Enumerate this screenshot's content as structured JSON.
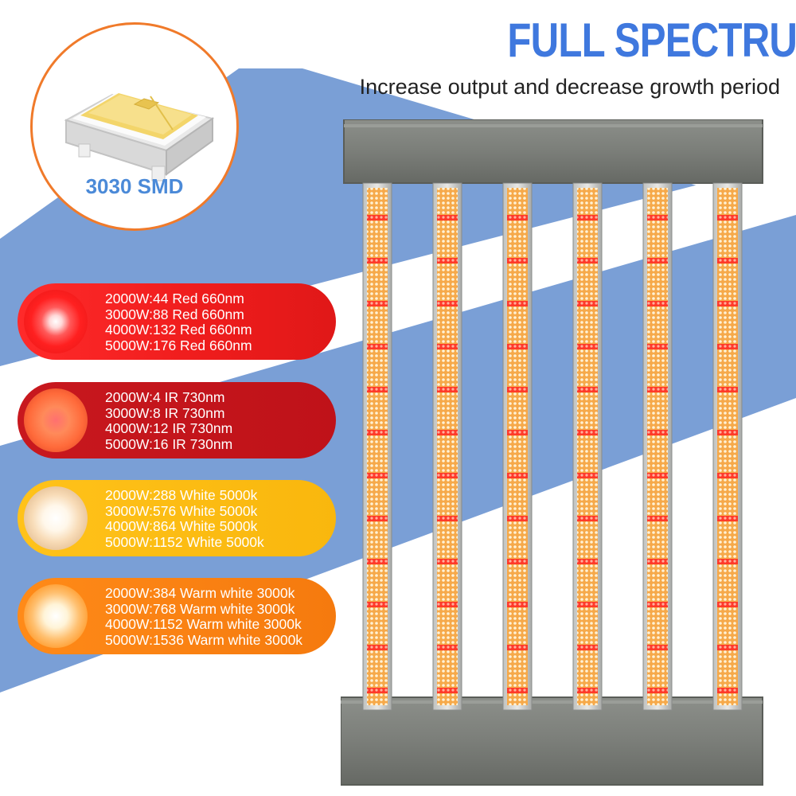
{
  "header": {
    "title": "FULL SPECTRUM",
    "subtitle": "Increase output and decrease growth period"
  },
  "chip": {
    "label": "3030 SMD",
    "icon": "smd-led-chip-icon"
  },
  "specs": [
    {
      "id": "red",
      "icon": "red-led-icon",
      "color": "#ee1c1c",
      "lines": [
        "2000W:44 Red 660nm",
        "3000W:88 Red 660nm",
        "4000W:132 Red 660nm",
        "5000W:176 Red 660nm"
      ]
    },
    {
      "id": "ir",
      "icon": "ir-led-icon",
      "color": "#c0141a",
      "lines": [
        "2000W:4 IR 730nm",
        "3000W:8 IR 730nm",
        "4000W:12 IR 730nm",
        "5000W:16 IR 730nm"
      ]
    },
    {
      "id": "white",
      "icon": "white-led-icon",
      "color": "#fbbd12",
      "lines": [
        "2000W:288 White 5000k",
        "3000W:576 White 5000k",
        "4000W:864 White 5000k",
        "5000W:1152 White 5000k"
      ]
    },
    {
      "id": "warm",
      "icon": "warm-white-led-icon",
      "color": "#f8800f",
      "lines": [
        "2000W:384 Warm white 3000k",
        "3000W:768 Warm white 3000k",
        "4000W:1152 Warm white 3000k",
        "5000W:1536 Warm white 3000k"
      ]
    }
  ],
  "fixture": {
    "icon": "led-grow-light-fixture-icon",
    "bar_count": 6
  }
}
